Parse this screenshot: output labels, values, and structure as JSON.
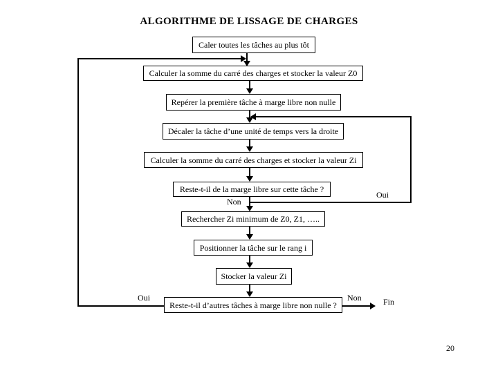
{
  "slide": {
    "title": "ALGORITHME DE LISSAGE DE CHARGES",
    "page_number": "20"
  },
  "flowchart": {
    "nodes": [
      {
        "id": "caler-taches",
        "label": "Caler toutes les tâches au plus tôt"
      },
      {
        "id": "calculer-z0",
        "label": "Calculer la somme du carré des charges et stocker la valeur Z0"
      },
      {
        "id": "reperer-tache",
        "label": "Repérer la première tâche à marge libre non nulle"
      },
      {
        "id": "decaler-tache",
        "label": "Décaler la tâche d’une unité de temps vers la droite"
      },
      {
        "id": "calculer-zi",
        "label": "Calculer la somme du carré des charges et stocker la valeur Zi"
      },
      {
        "id": "reste-marge",
        "label": "Reste-t-il de la marge libre sur cette tâche ?"
      },
      {
        "id": "rechercher-zi",
        "label": "Rechercher Zi minimum de Z0, Z1, ….."
      },
      {
        "id": "positionner-tache",
        "label": "Positionner la tâche sur le rang i"
      },
      {
        "id": "stocker-zi",
        "label": "Stocker la valeur Zi"
      },
      {
        "id": "reste-autres-taches",
        "label": "Reste-t-il d’autres tâches à marge libre non nulle ?"
      }
    ],
    "edge_labels": {
      "oui_loop_right": "Oui",
      "non_after_marge": "Non",
      "oui_loop_left": "Oui",
      "non_to_fin": "Non",
      "fin": "Fin"
    },
    "line_color": "#000000",
    "background_color": "#ffffff"
  }
}
